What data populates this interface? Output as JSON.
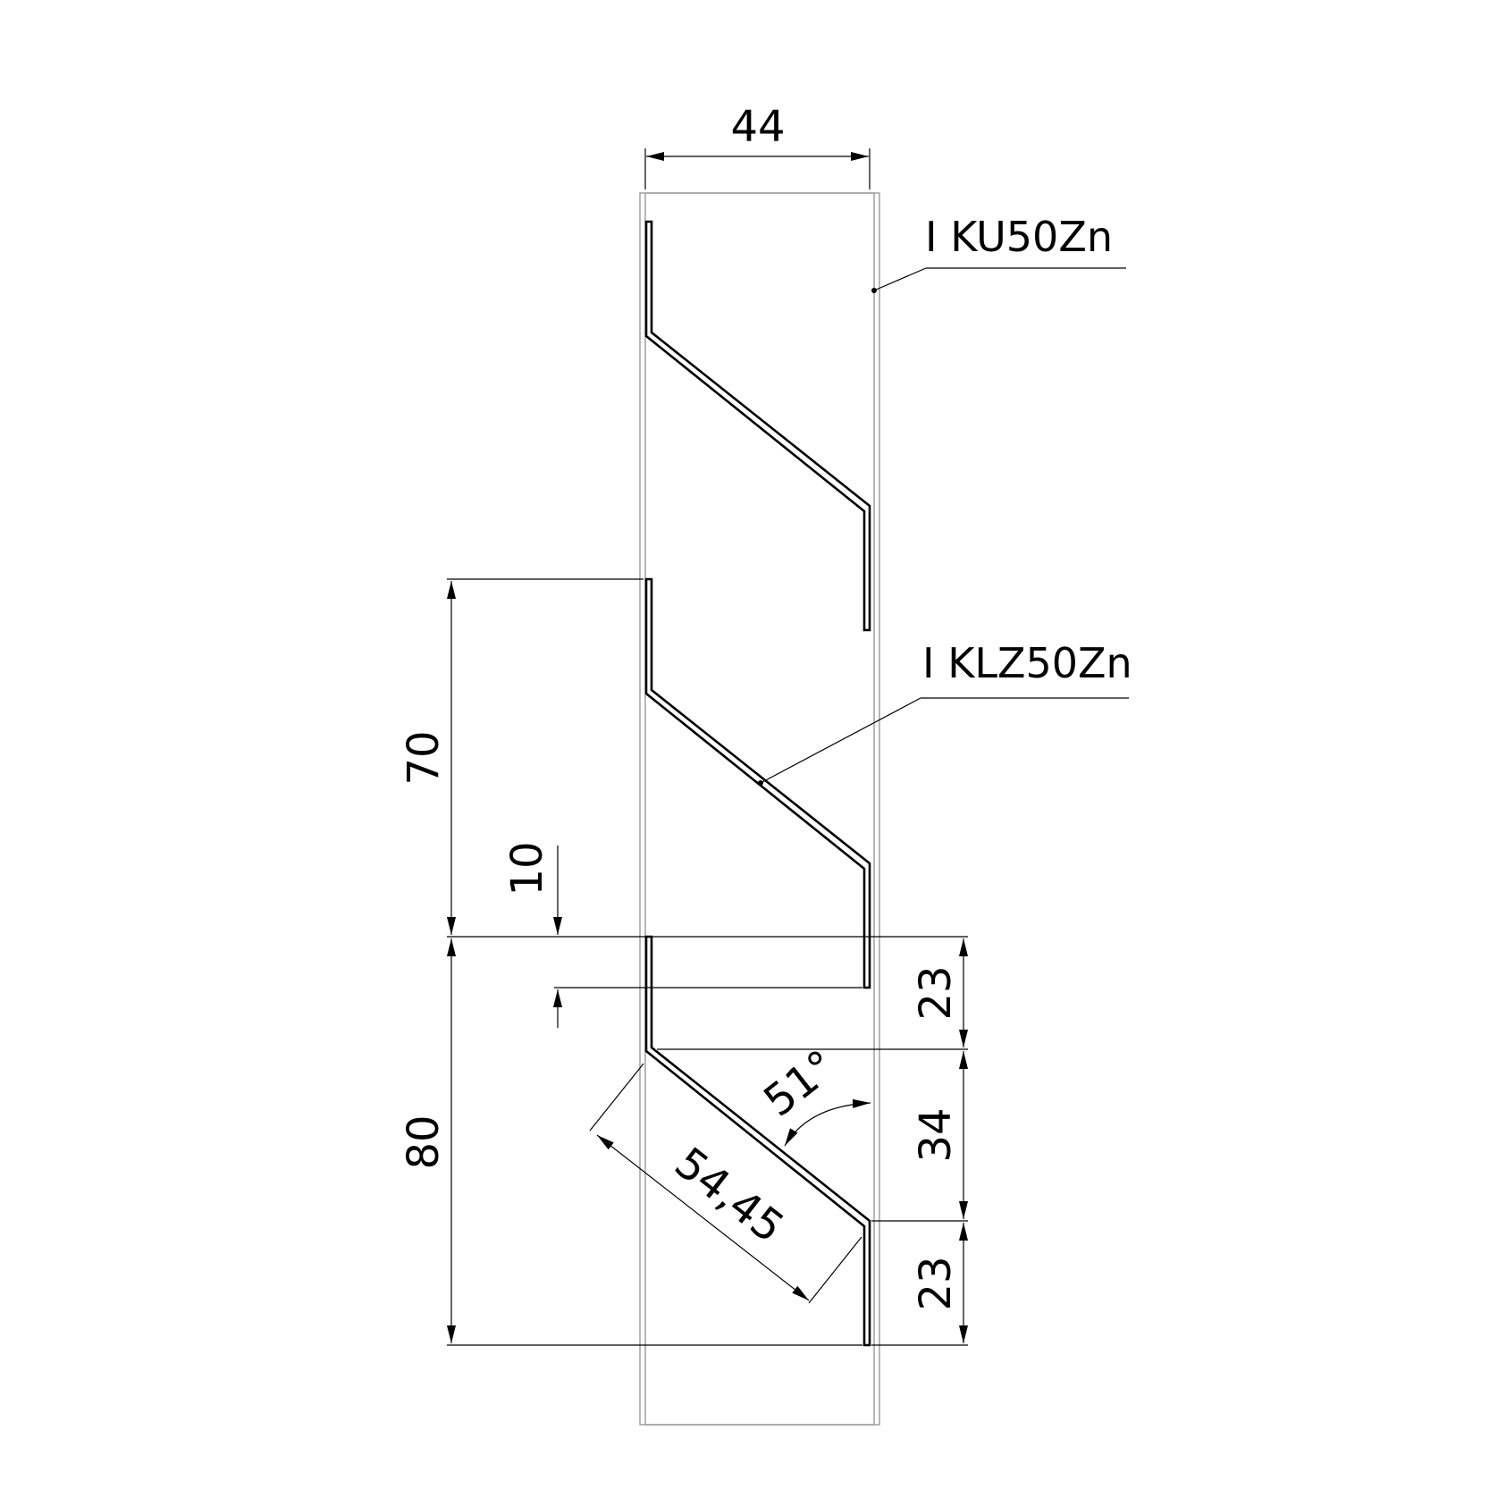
{
  "labels": {
    "frame": "I KU50Zn",
    "blade": "I KLZ50Zn"
  },
  "dimensions": {
    "width": "44",
    "pitch": "70",
    "overlap": "10",
    "height": "80",
    "top_flange": "23",
    "rise": "34",
    "bottom_flange": "23",
    "angle": "51°",
    "slope_length": "54,45"
  }
}
